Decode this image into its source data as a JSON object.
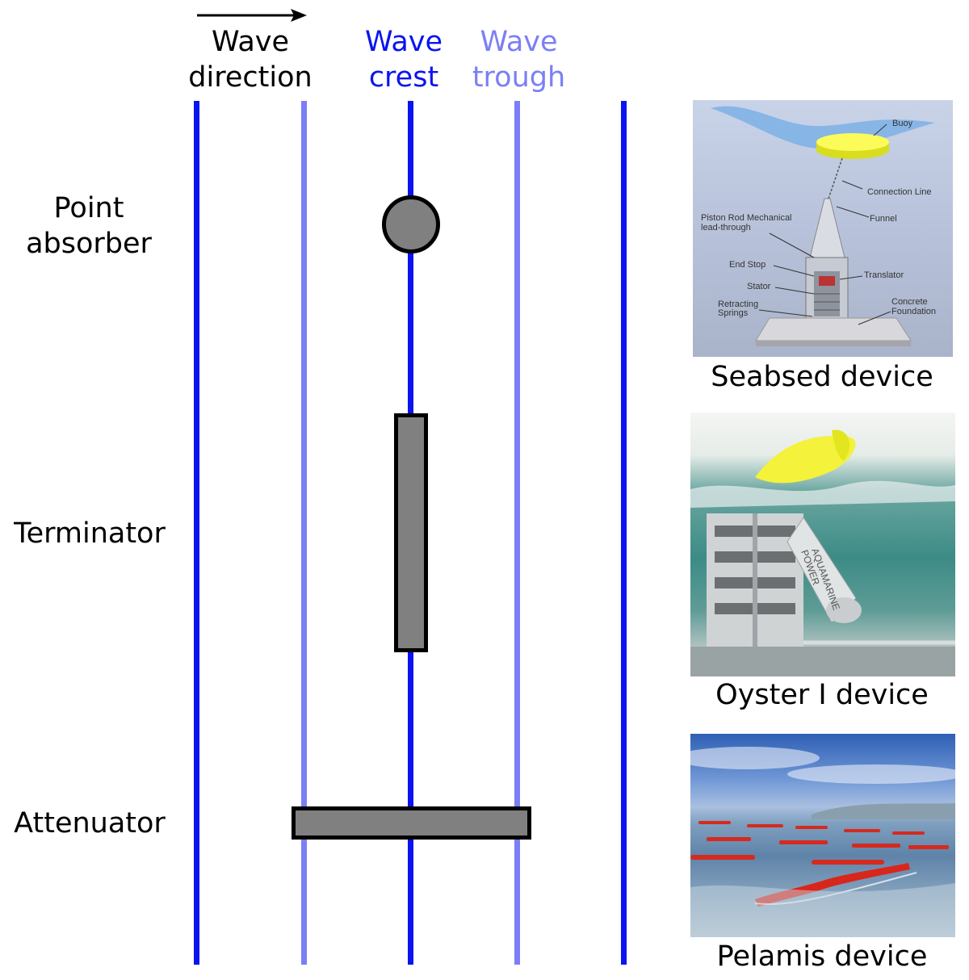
{
  "header": {
    "wave_direction_line1": "Wave",
    "wave_direction_line2": "direction",
    "wave_crest_line1": "Wave",
    "wave_crest_line2": "crest",
    "wave_trough_line1": "Wave",
    "wave_trough_line2": "trough"
  },
  "colors": {
    "crest": "#0a14f0",
    "trough": "#7b7ff5",
    "device_fill": "#808080"
  },
  "types": {
    "point_absorber_line1": "Point",
    "point_absorber_line2": "absorber",
    "terminator": "Terminator",
    "attenuator": "Attenuator"
  },
  "devices": {
    "seabed": {
      "caption": "Seabsed device",
      "labels": {
        "buoy": "Buoy",
        "connection_line": "Connection Line",
        "funnel": "Funnel",
        "piston_rod_line1": "Piston Rod Mechanical",
        "piston_rod_line2": "lead-through",
        "end_stop": "End Stop",
        "translator": "Translator",
        "stator": "Stator",
        "retracting_line1": "Retracting",
        "retracting_line2": "Springs",
        "concrete_line1": "Concrete",
        "concrete_line2": "Foundation"
      }
    },
    "oyster": {
      "caption": "Oyster I device",
      "brand_line1": "AQUAMARINE",
      "brand_line2": "POWER"
    },
    "pelamis": {
      "caption": "Pelamis device"
    }
  }
}
